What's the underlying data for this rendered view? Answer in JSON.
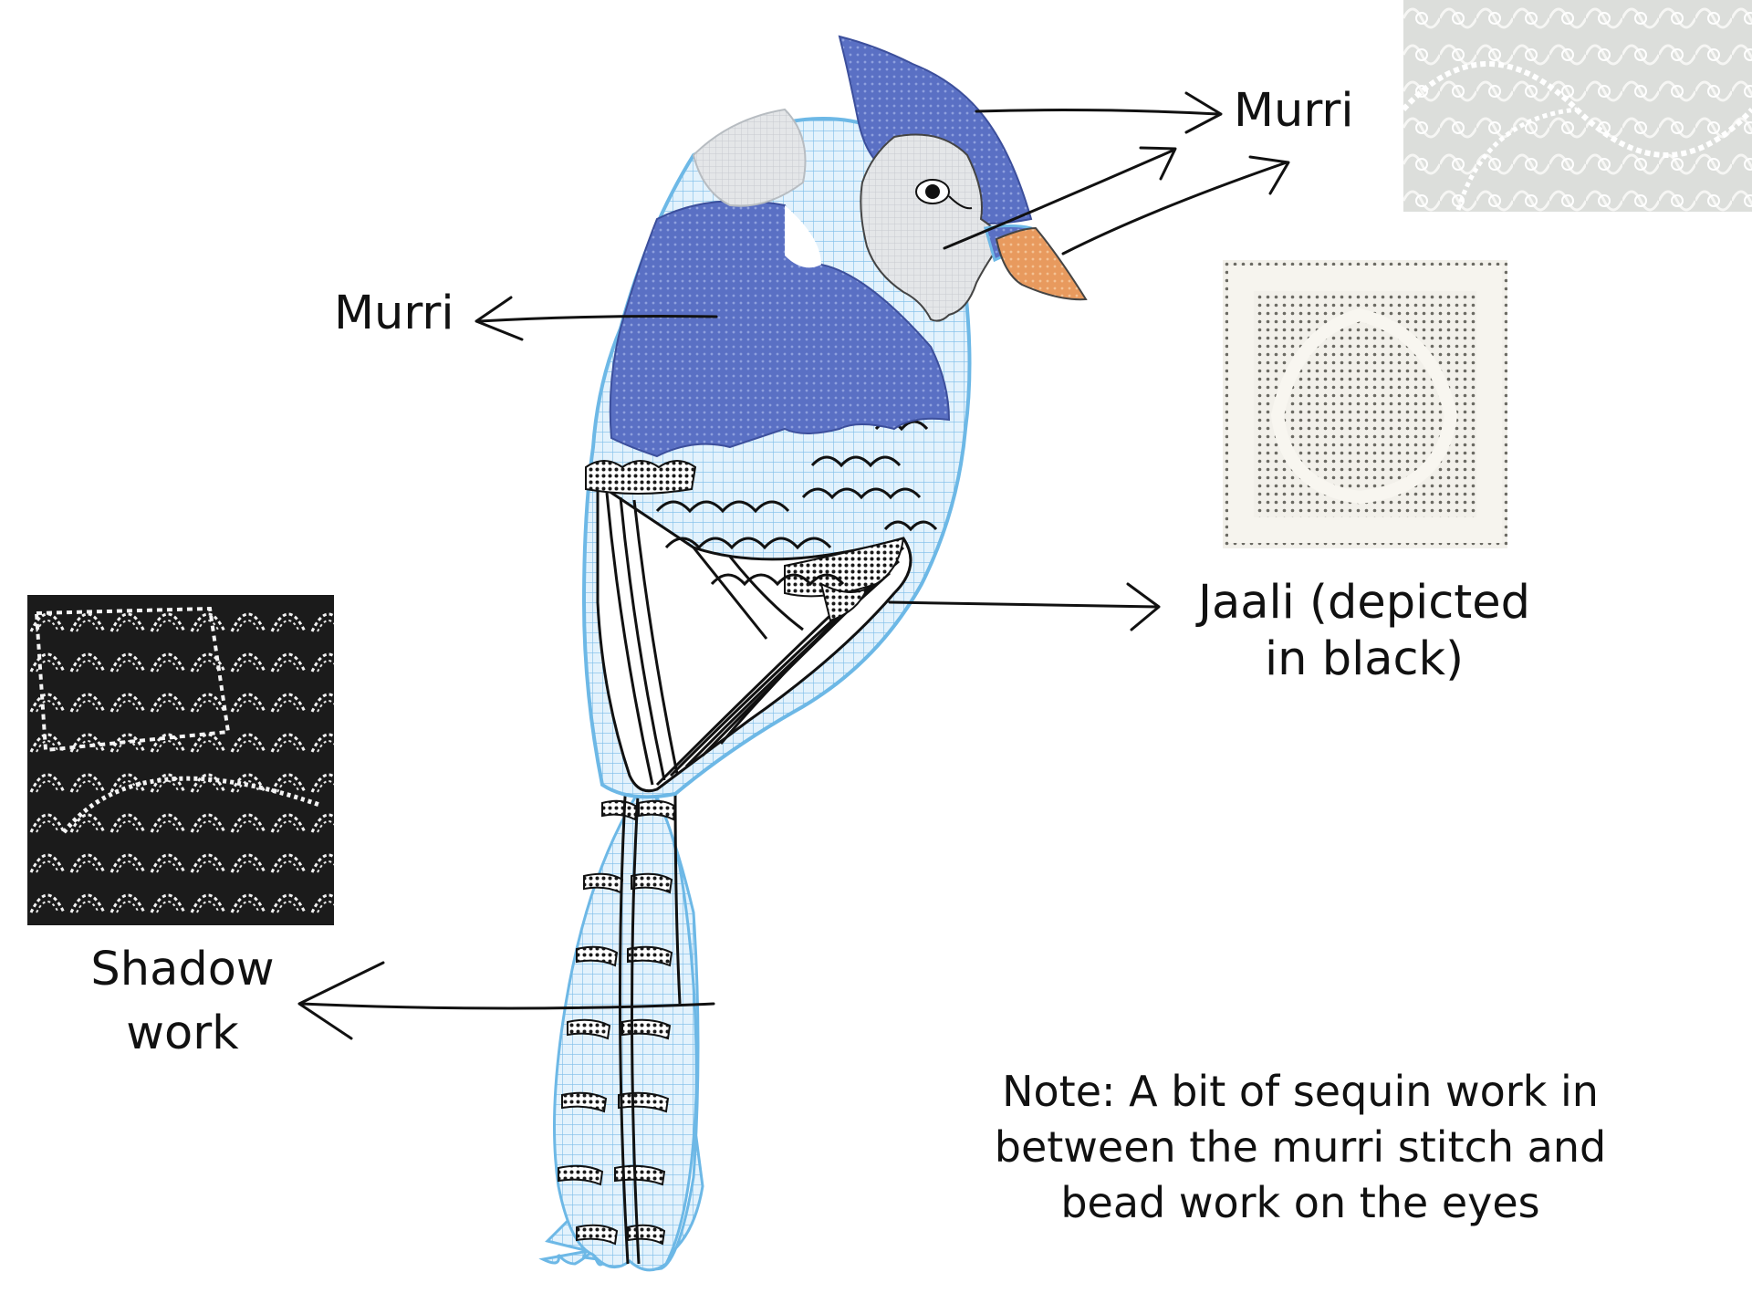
{
  "labels": {
    "murri_top": "Murri",
    "murri_left": "Murri",
    "jaali": "Jaali (depicted in black)",
    "shadow": "Shadow work"
  },
  "note": "Note: A bit of sequin work in between the murri stitch and bead work on the eyes",
  "colors": {
    "murri_blue": "#5a70c4",
    "body_light_blue": "#d6ecfa",
    "outline_blue": "#6db8e6",
    "beak": "#e89a5e",
    "face_grey": "#e2e4e6",
    "jaali_black": "#1a1a1a"
  }
}
